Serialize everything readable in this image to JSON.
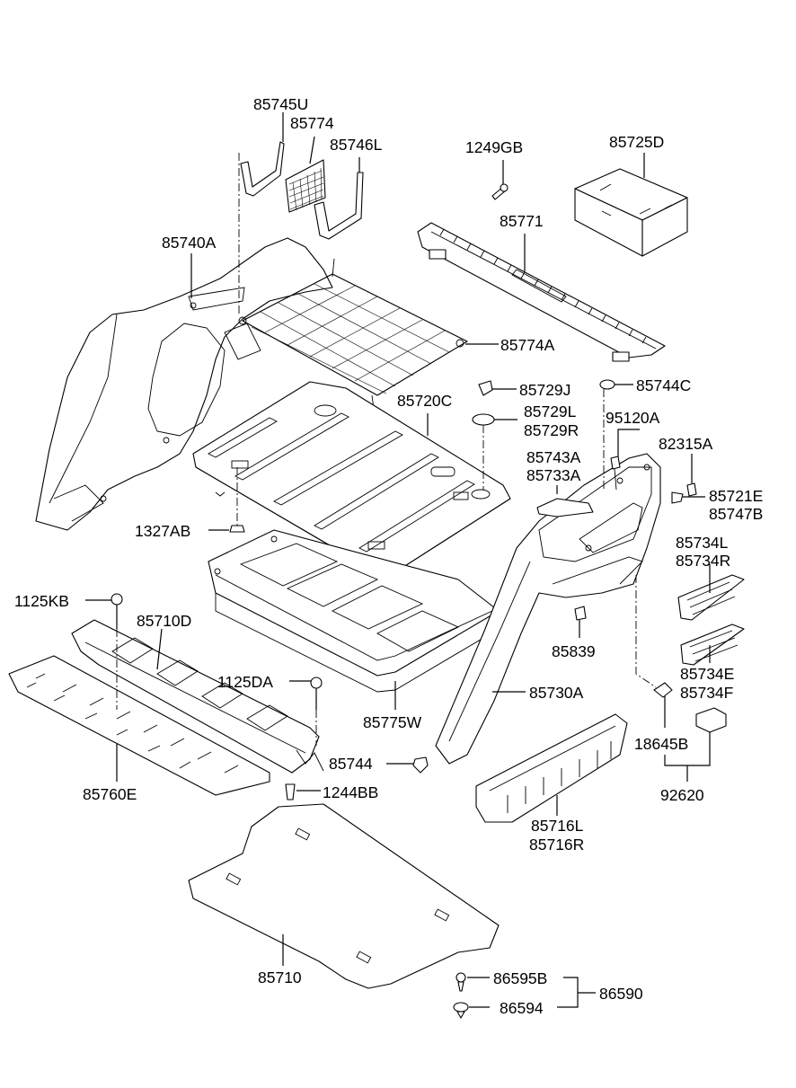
{
  "diagram": {
    "labels": {
      "l85745U": "85745U",
      "l85774": "85774",
      "l85746L": "85746L",
      "l1249GB": "1249GB",
      "l85725D": "85725D",
      "l85740A": "85740A",
      "l85771": "85771",
      "l85774A": "85774A",
      "l85729J": "85729J",
      "l85744C": "85744C",
      "l85720C": "85720C",
      "l85729L": "85729L",
      "l85729R": "85729R",
      "l95120A": "95120A",
      "l82315A": "82315A",
      "l85743A": "85743A",
      "l85733A": "85733A",
      "l85721E": "85721E",
      "l85747B": "85747B",
      "l1327AB": "1327AB",
      "l85734L": "85734L",
      "l85734R": "85734R",
      "l1125KB": "1125KB",
      "l85710D": "85710D",
      "l85839": "85839",
      "l1125DA": "1125DA",
      "l85734E": "85734E",
      "l85734F": "85734F",
      "l85730A": "85730A",
      "l85775W": "85775W",
      "l18645B": "18645B",
      "l85744": "85744",
      "l85760E": "85760E",
      "l1244BB": "1244BB",
      "l92620": "92620",
      "l85716L": "85716L",
      "l85716R": "85716R",
      "l85710": "85710",
      "l86595B": "86595B",
      "l86590": "86590",
      "l86594": "86594"
    }
  }
}
